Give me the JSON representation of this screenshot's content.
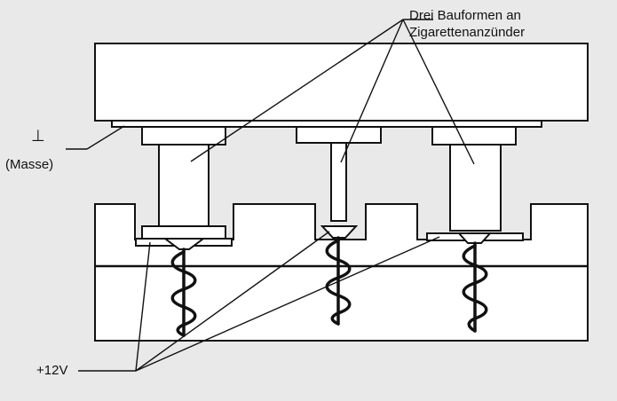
{
  "diagram": {
    "colors": {
      "background": "#e9e9e9",
      "fill": "#ffffff",
      "stroke": "#111111"
    },
    "labels": {
      "top_line1": "Drei Bauformen an",
      "top_line2": "Zigarettenanzünder",
      "ground_symbol": "⊥",
      "ground_text": "(Masse)",
      "voltage": "+12V"
    }
  }
}
